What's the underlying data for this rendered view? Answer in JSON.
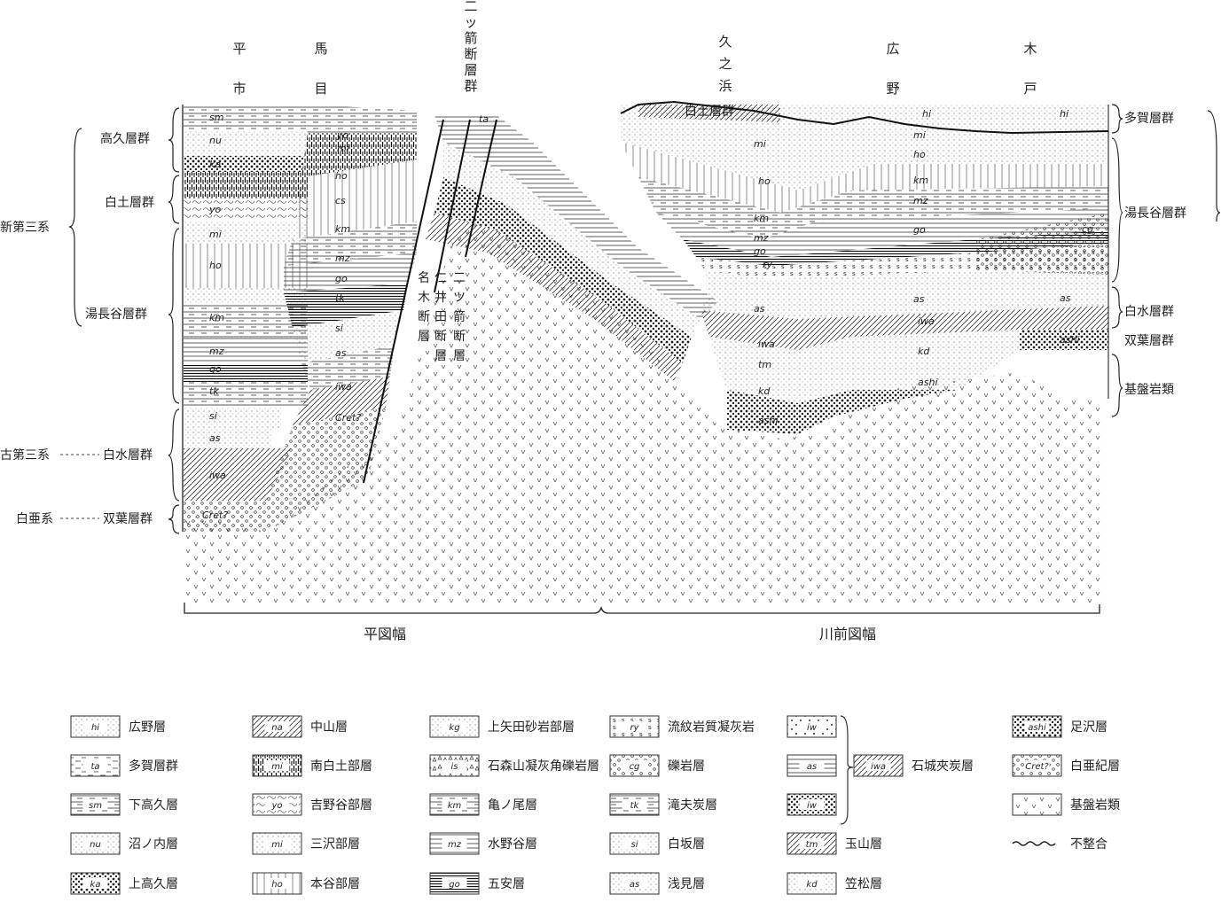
{
  "places": [
    {
      "id": "taira",
      "chars": [
        "平",
        "市"
      ]
    },
    {
      "id": "mame",
      "chars": [
        "馬",
        "目"
      ]
    },
    {
      "id": "futatsuya-group",
      "chars": [
        "二",
        "ッ",
        "箭",
        "断",
        "層",
        "群"
      ]
    },
    {
      "id": "hisanohama",
      "chars": [
        "久",
        "之",
        "浜"
      ]
    },
    {
      "id": "hirono",
      "chars": [
        "広",
        "野"
      ]
    },
    {
      "id": "kido",
      "chars": [
        "木",
        "戸"
      ]
    }
  ],
  "left_groups": [
    {
      "id": "takaku",
      "label": "高久層群"
    },
    {
      "id": "shirado-left",
      "label": "白土層群"
    },
    {
      "id": "yunagaya-left",
      "label": "湯長谷層群"
    },
    {
      "id": "shiramizu-left",
      "label": "白水層群"
    },
    {
      "id": "futaba-left",
      "label": "双葉層群"
    }
  ],
  "systems": [
    {
      "id": "neogene",
      "label": "新第三系"
    },
    {
      "id": "paleogene",
      "label": "古第三系"
    },
    {
      "id": "cretaceous",
      "label": "白亜系"
    }
  ],
  "right_groups": [
    {
      "id": "taga-right",
      "label": "多賀層群"
    },
    {
      "id": "yunagaya-right",
      "label": "湯長谷層群"
    },
    {
      "id": "shiramizu-right",
      "label": "白水層群"
    },
    {
      "id": "futaba-right",
      "label": "双葉層群"
    },
    {
      "id": "basement-right",
      "label": "基盤岩類"
    }
  ],
  "inline_labels": {
    "shirado-group": "白土層群",
    "fault-names": [
      "名",
      "仁",
      "木",
      "井",
      "断",
      "田",
      "層",
      "断",
      "層"
    ],
    "futatsuya-fault": [
      "二",
      "ツ",
      "箭",
      "断",
      "層"
    ]
  },
  "unit_codes": [
    "sm",
    "nu",
    "ka",
    "mi",
    "ho",
    "km",
    "mz",
    "go",
    "tk",
    "si",
    "as",
    "iwa",
    "Cret?",
    "yo",
    "ta",
    "hi",
    "cg",
    "ry",
    "tm",
    "ashi",
    "kd",
    "cs"
  ],
  "sheets": {
    "left": "平図幅",
    "right": "川前図幅"
  },
  "legend": [
    {
      "code": "hi",
      "label": "広野層",
      "pattern": "dots-fine"
    },
    {
      "code": "ta",
      "label": "多賀層群",
      "pattern": "dash"
    },
    {
      "code": "sm",
      "label": "下高久層",
      "pattern": "hlines-dash"
    },
    {
      "code": "nu",
      "label": "沼ノ内層",
      "pattern": "dots-fine"
    },
    {
      "code": "ka",
      "label": "上高久層",
      "pattern": "dots-dense"
    },
    {
      "code": "na",
      "label": "中山層",
      "pattern": "diag"
    },
    {
      "code": "mi",
      "label": "南白土部層",
      "pattern": "vdash"
    },
    {
      "code": "yo",
      "label": "吉野谷部層",
      "pattern": "swirl"
    },
    {
      "code": "mi",
      "label": "三沢部層",
      "pattern": "dots-fine"
    },
    {
      "code": "ho",
      "label": "本谷部層",
      "pattern": "vlines"
    },
    {
      "code": "kg",
      "label": "上矢田砂岩部層",
      "pattern": "dots-fine"
    },
    {
      "code": "is",
      "label": "石森山凝灰角礫岩層",
      "pattern": "triangles"
    },
    {
      "code": "km",
      "label": "亀ノ尾層",
      "pattern": "hlines-dash"
    },
    {
      "code": "mz",
      "label": "水野谷層",
      "pattern": "hlines"
    },
    {
      "code": "go",
      "label": "五安層",
      "pattern": "hlines-dense"
    },
    {
      "code": "ry",
      "label": "流紋岩質凝灰岩",
      "pattern": "s-marks"
    },
    {
      "code": "cg",
      "label": "礫岩層",
      "pattern": "circles"
    },
    {
      "code": "tk",
      "label": "滝夫炭層",
      "pattern": "hlines-dash"
    },
    {
      "code": "si",
      "label": "白坂層",
      "pattern": "dots-fine"
    },
    {
      "code": "as",
      "label": "浅見層",
      "pattern": "dots-fine"
    },
    {
      "code": "iw",
      "label": "",
      "pattern": "dots-sparse"
    },
    {
      "code": "as",
      "label": "",
      "pattern": "hlines"
    },
    {
      "code": "iw",
      "label": "",
      "pattern": "dots-dense"
    },
    {
      "code": "tm",
      "label": "玉山層",
      "pattern": "diag"
    },
    {
      "code": "kd",
      "label": "笠松層",
      "pattern": "dots-fine"
    },
    {
      "code": "iwa",
      "label": "石城夾炭層",
      "pattern": "diag"
    },
    {
      "code": "ashi",
      "label": "足沢層",
      "pattern": "dots-dense"
    },
    {
      "code": "Cret?",
      "label": "白亜紀層",
      "pattern": "circles"
    },
    {
      "code": "",
      "label": "基盤岩類",
      "pattern": "v-marks"
    },
    {
      "code": "",
      "label": "不整合",
      "pattern": "wavy"
    }
  ]
}
